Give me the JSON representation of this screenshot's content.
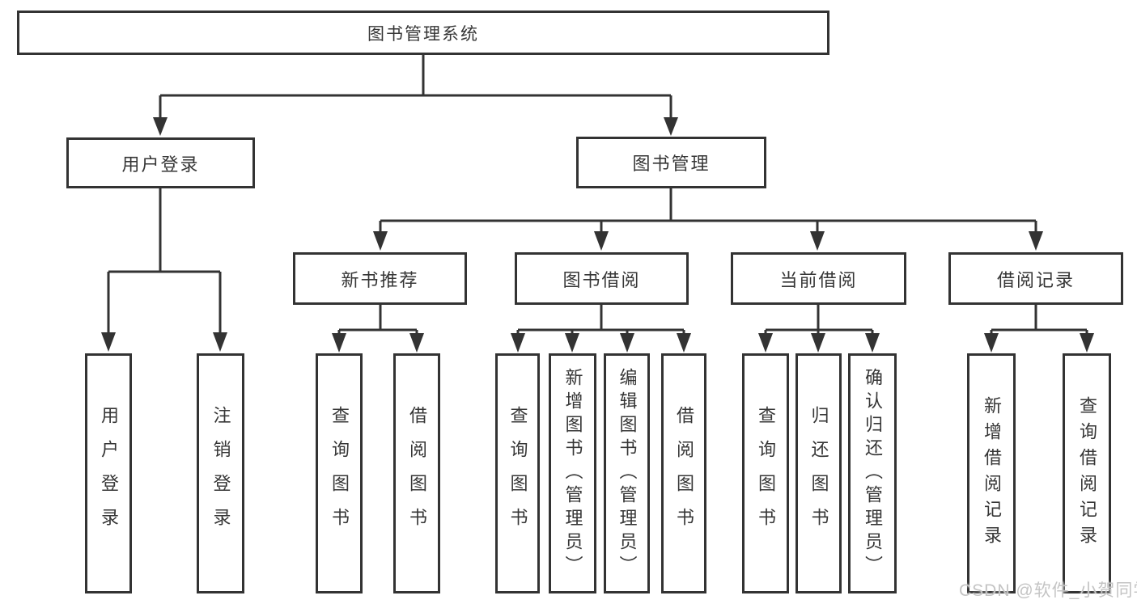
{
  "nodes": {
    "root": "图书管理系统",
    "level2": [
      {
        "label": "用户登录"
      },
      {
        "label": "图书管理"
      }
    ],
    "level3": [
      {
        "label": "新书推荐"
      },
      {
        "label": "图书借阅"
      },
      {
        "label": "当前借阅"
      },
      {
        "label": "借阅记录"
      }
    ],
    "leaves": {
      "login": [
        "用户登录",
        "注销登录"
      ],
      "newbook": [
        "查询图书",
        "借阅图书"
      ],
      "borrow": [
        "查询图书",
        "新增图书（管理员）",
        "编辑图书（管理员）",
        "借阅图书"
      ],
      "current": [
        "查询图书",
        "归还图书",
        "确认归还（管理员）"
      ],
      "records": [
        "新增借阅记录",
        "查询借阅记录"
      ]
    }
  },
  "watermark": "CSDN @软件_小贺同学",
  "colors": {
    "line": "#333333",
    "text": "#363636",
    "watermark": "#c4c4c4",
    "background": "#ffffff"
  }
}
